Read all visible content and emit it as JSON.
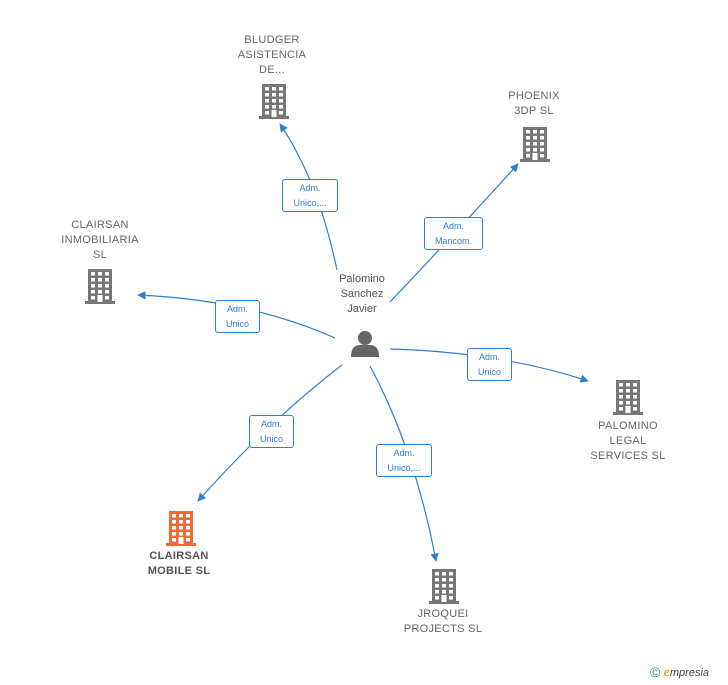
{
  "center": {
    "label": "Palomino\nSanchez\nJavier",
    "icon": "person-icon"
  },
  "nodes": [
    {
      "id": "bludger",
      "label": "BLUDGER\nASISTENCIA\nDE...",
      "icon": "building-icon",
      "color": "#777777",
      "highlight": false
    },
    {
      "id": "phoenix",
      "label": "PHOENIX\n3DP SL",
      "icon": "building-icon",
      "color": "#777777",
      "highlight": false
    },
    {
      "id": "clairsan-inmobiliaria",
      "label": "CLAIRSAN\nINMOBILIARIA\nSL",
      "icon": "building-icon",
      "color": "#777777",
      "highlight": false
    },
    {
      "id": "palomino-legal",
      "label": "PALOMINO\nLEGAL\nSERVICES SL",
      "icon": "building-icon",
      "color": "#777777",
      "highlight": false
    },
    {
      "id": "clairsan-mobile",
      "label": "CLAIRSAN\nMOBILE SL",
      "icon": "building-icon",
      "color": "#f26a36",
      "highlight": true
    },
    {
      "id": "jroquei",
      "label": "JROQUEI\nPROJECTS SL",
      "icon": "building-icon",
      "color": "#777777",
      "highlight": false
    }
  ],
  "edges": [
    {
      "to": "bludger",
      "label": "Adm.\nUnico,..."
    },
    {
      "to": "phoenix",
      "label": "Adm.\nMancom."
    },
    {
      "to": "clairsan-inmobiliaria",
      "label": "Adm.\nUnico"
    },
    {
      "to": "palomino-legal",
      "label": "Adm.\nUnico"
    },
    {
      "to": "clairsan-mobile",
      "label": "Adm.\nUnico"
    },
    {
      "to": "jroquei",
      "label": "Adm.\nUnico,..."
    }
  ],
  "colors": {
    "edge": "#2f7fd0",
    "node_default": "#777777",
    "node_highlight": "#f26a36",
    "person": "#666666"
  },
  "footer": {
    "copyright_symbol": "©",
    "brand_initial": "e",
    "brand_rest": "mpresia"
  }
}
